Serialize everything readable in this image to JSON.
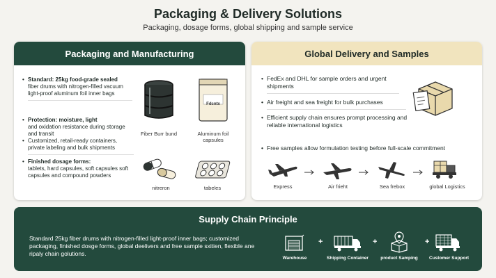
{
  "header": {
    "title": "Packaging & Delivery Solutions",
    "subtitle": "Packaging, dosage forms, global shipping and sample service"
  },
  "left_panel": {
    "title": "Packaging and Manufacturing",
    "bullets": [
      {
        "bold": "Standard: 25kg food-grade sealed",
        "text": "fiber drums with nitrogen-filled vacuum light-proof aluminum foil inner bags"
      },
      {
        "bold": "Protection: moisture, light",
        "text": "and  oxidation  resistance  during storage  and transit"
      },
      {
        "bold": "",
        "text": "Customized, retail-ready containers, private labeling and bulk shipments"
      },
      {
        "bold": "Finished dosage forms:",
        "text": "tablets, hard capsules, soft capsules soft capsules and compound powders"
      }
    ],
    "products": [
      {
        "icon": "fiber-drum-icon",
        "label": "Fiber Burr bund"
      },
      {
        "icon": "foil-bag-icon",
        "label": "Aluminum foil capsules",
        "bag_text": "Fdcntx"
      },
      {
        "icon": "capsules-icon",
        "label": "nitreron"
      },
      {
        "icon": "tablets-blister-icon",
        "label": "tabeles"
      }
    ]
  },
  "right_panel": {
    "title": "Global Delivery and Samples",
    "bullets": [
      "FedEx and DHL for sample orders and urgent shipments",
      "Air freight and sea freight for bulk purchases",
      "Efficient supply chain ensures prompt processing and reliable international logistics",
      "Free samples allow formulation testing before full-scale commitment"
    ],
    "transport": [
      {
        "icon": "airplane-icon",
        "label": "Express"
      },
      {
        "icon": "airplane-icon",
        "label": "Air frieht"
      },
      {
        "icon": "airplane-icon",
        "label": "Sea frebox"
      },
      {
        "icon": "truck-icon",
        "label": "global Logistics"
      }
    ]
  },
  "bottom": {
    "title": "Supply Chain Principle",
    "text": "Standard 25kg fiber drums with nitrogen-filled light-proof inner bags; customized packaging, finished dosge forms, global deelivers and free sample sxitien, flexible ane ripaly chain golutions.",
    "chain": [
      {
        "icon": "warehouse-icon",
        "label": "Warehouse"
      },
      {
        "icon": "shipping-container-icon",
        "label": "Shipping Container"
      },
      {
        "icon": "sample-box-icon",
        "label": "product Samping"
      },
      {
        "icon": "support-truck-icon",
        "label": "Customer Support"
      }
    ],
    "connector": "+"
  },
  "colors": {
    "dark_green": "#234a3d",
    "cream": "#f1e4be",
    "background": "#f4f3ef"
  }
}
